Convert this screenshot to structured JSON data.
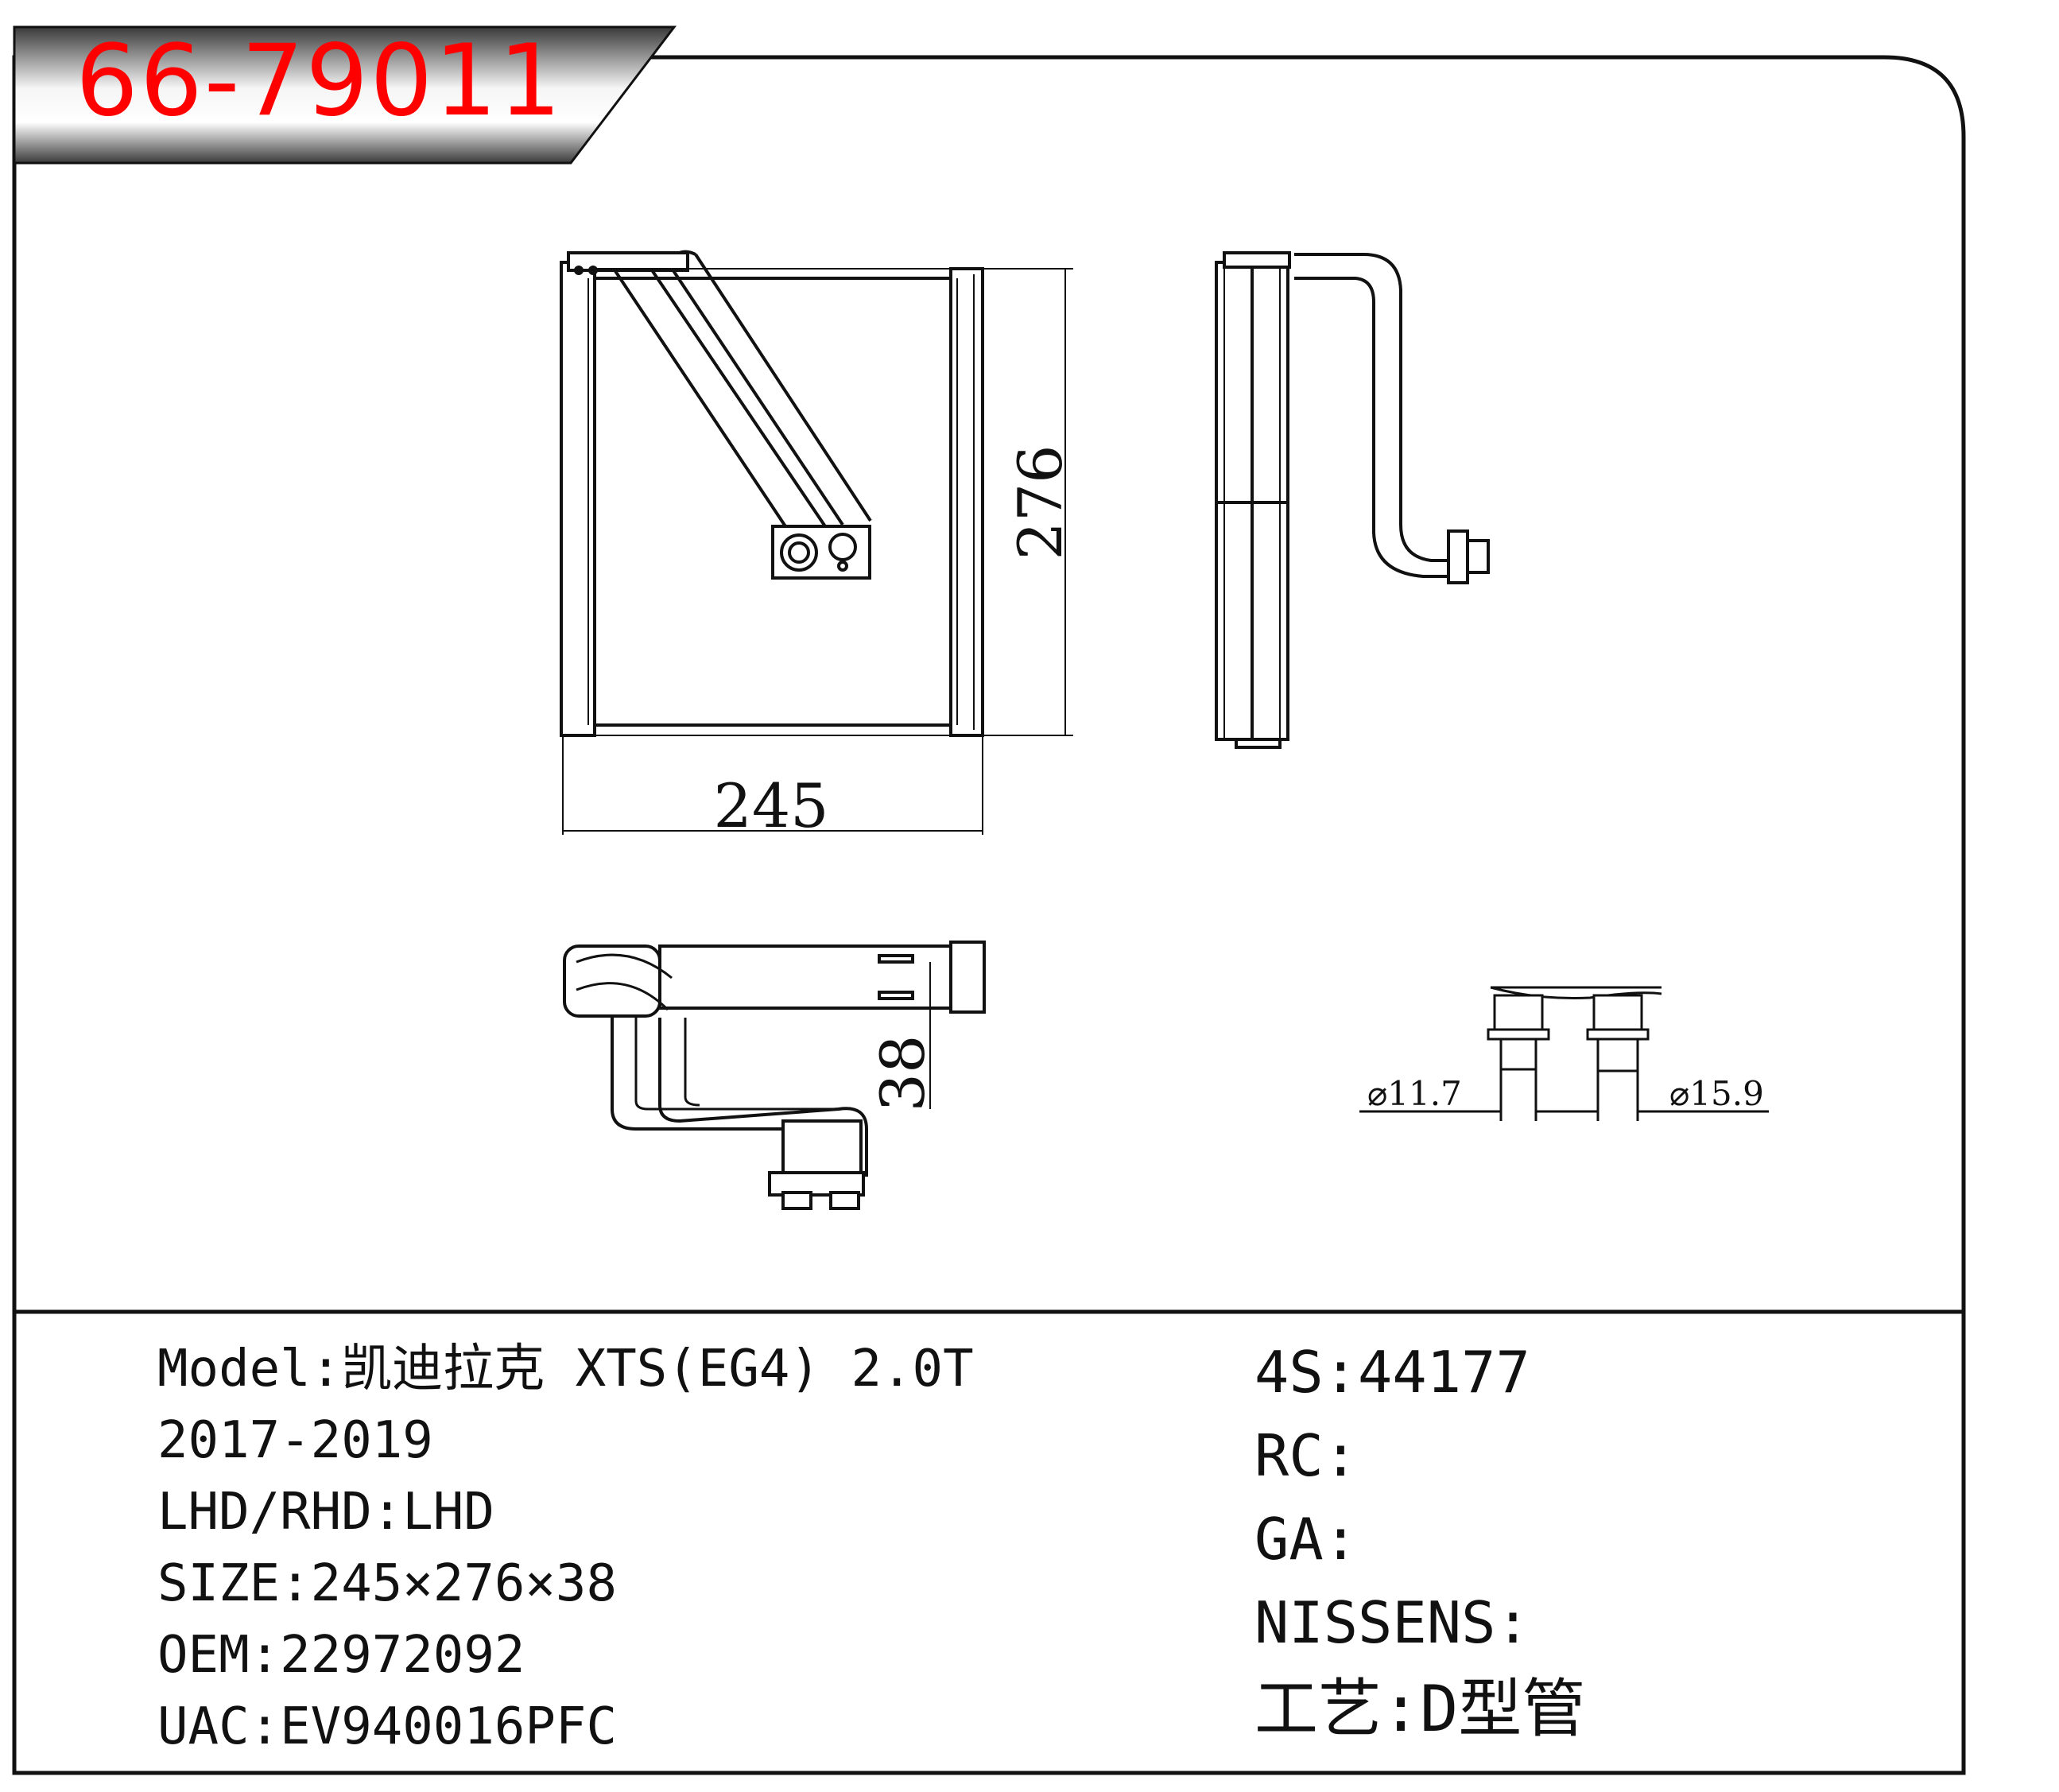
{
  "header": {
    "part_number": "66-79011"
  },
  "drawing": {
    "dim_width": "245",
    "dim_height": "276",
    "dim_depth": "38",
    "pipe_small": "⌀11.7",
    "pipe_large": "⌀15.9"
  },
  "specs_left": [
    {
      "label": "Model:",
      "value": "凯迪拉克 XTS(EG4) 2.0T"
    },
    {
      "label": "",
      "value": "2017-2019"
    },
    {
      "label": "LHD/RHD:",
      "value": "LHD"
    },
    {
      "label": "SIZE:",
      "value": "245×276×38"
    },
    {
      "label": "OEM:",
      "value": "22972092"
    },
    {
      "label": "UAC:",
      "value": "EV940016PFC"
    }
  ],
  "specs_right": [
    {
      "label": "4S:",
      "value": "44177"
    },
    {
      "label": "RC:",
      "value": ""
    },
    {
      "label": "GA:",
      "value": ""
    },
    {
      "label": "NISSENS:",
      "value": ""
    },
    {
      "label": "工艺:",
      "value": "D型管"
    }
  ],
  "colors": {
    "title_red": "#ff0000",
    "line": "#111111",
    "banner_dark": "#3a3a3a",
    "banner_light": "#f2f2f2"
  }
}
